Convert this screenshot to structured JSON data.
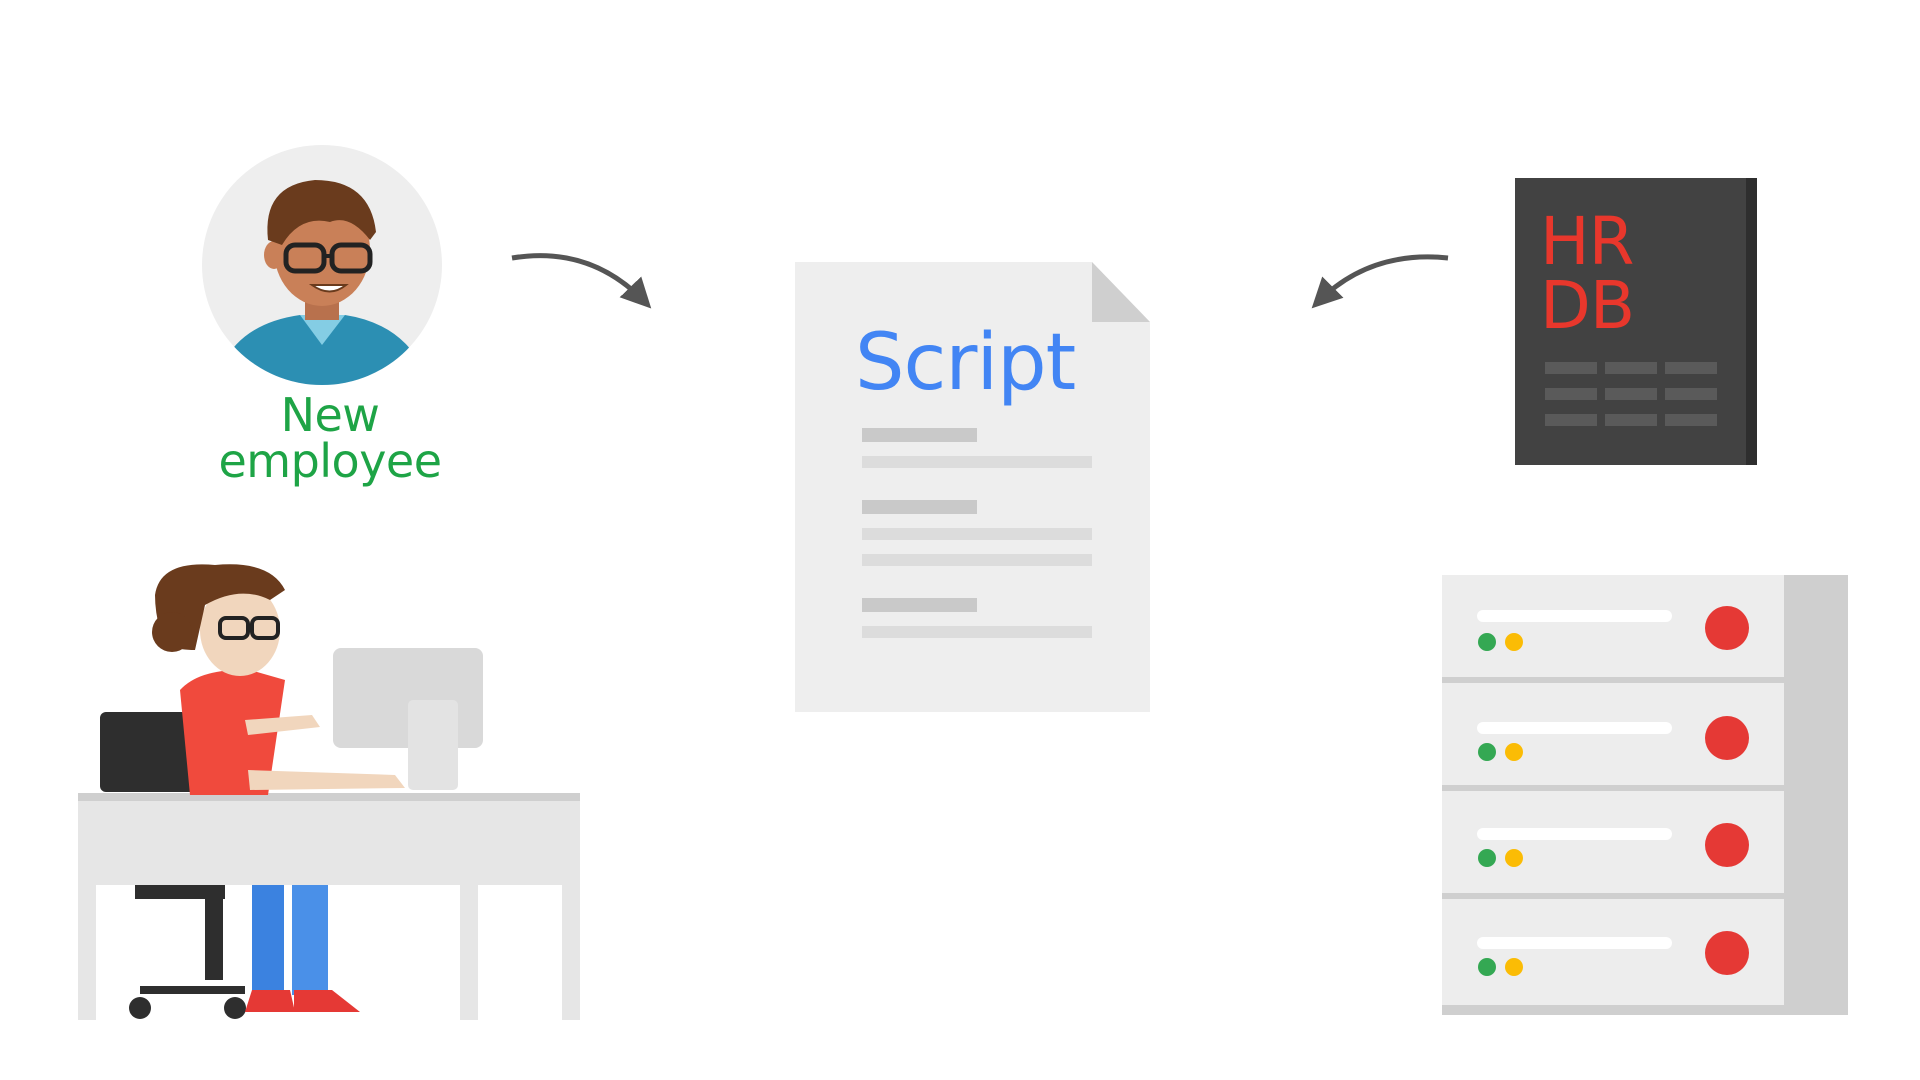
{
  "employee": {
    "label_line1": "New",
    "label_line2": "employee"
  },
  "script_doc": {
    "title": "Script"
  },
  "hr_db": {
    "line1": "HR",
    "line2": "DB"
  },
  "colors": {
    "employee_label": "#1ea446",
    "script_title": "#4285f4",
    "hr_db_text": "#e8372c",
    "hr_db_bg": "#424242",
    "server_indicator_red": "#e53935",
    "server_indicator_green": "#34a853",
    "server_indicator_yellow": "#fbbc05"
  },
  "server_rack": {
    "unit_count": 4
  }
}
